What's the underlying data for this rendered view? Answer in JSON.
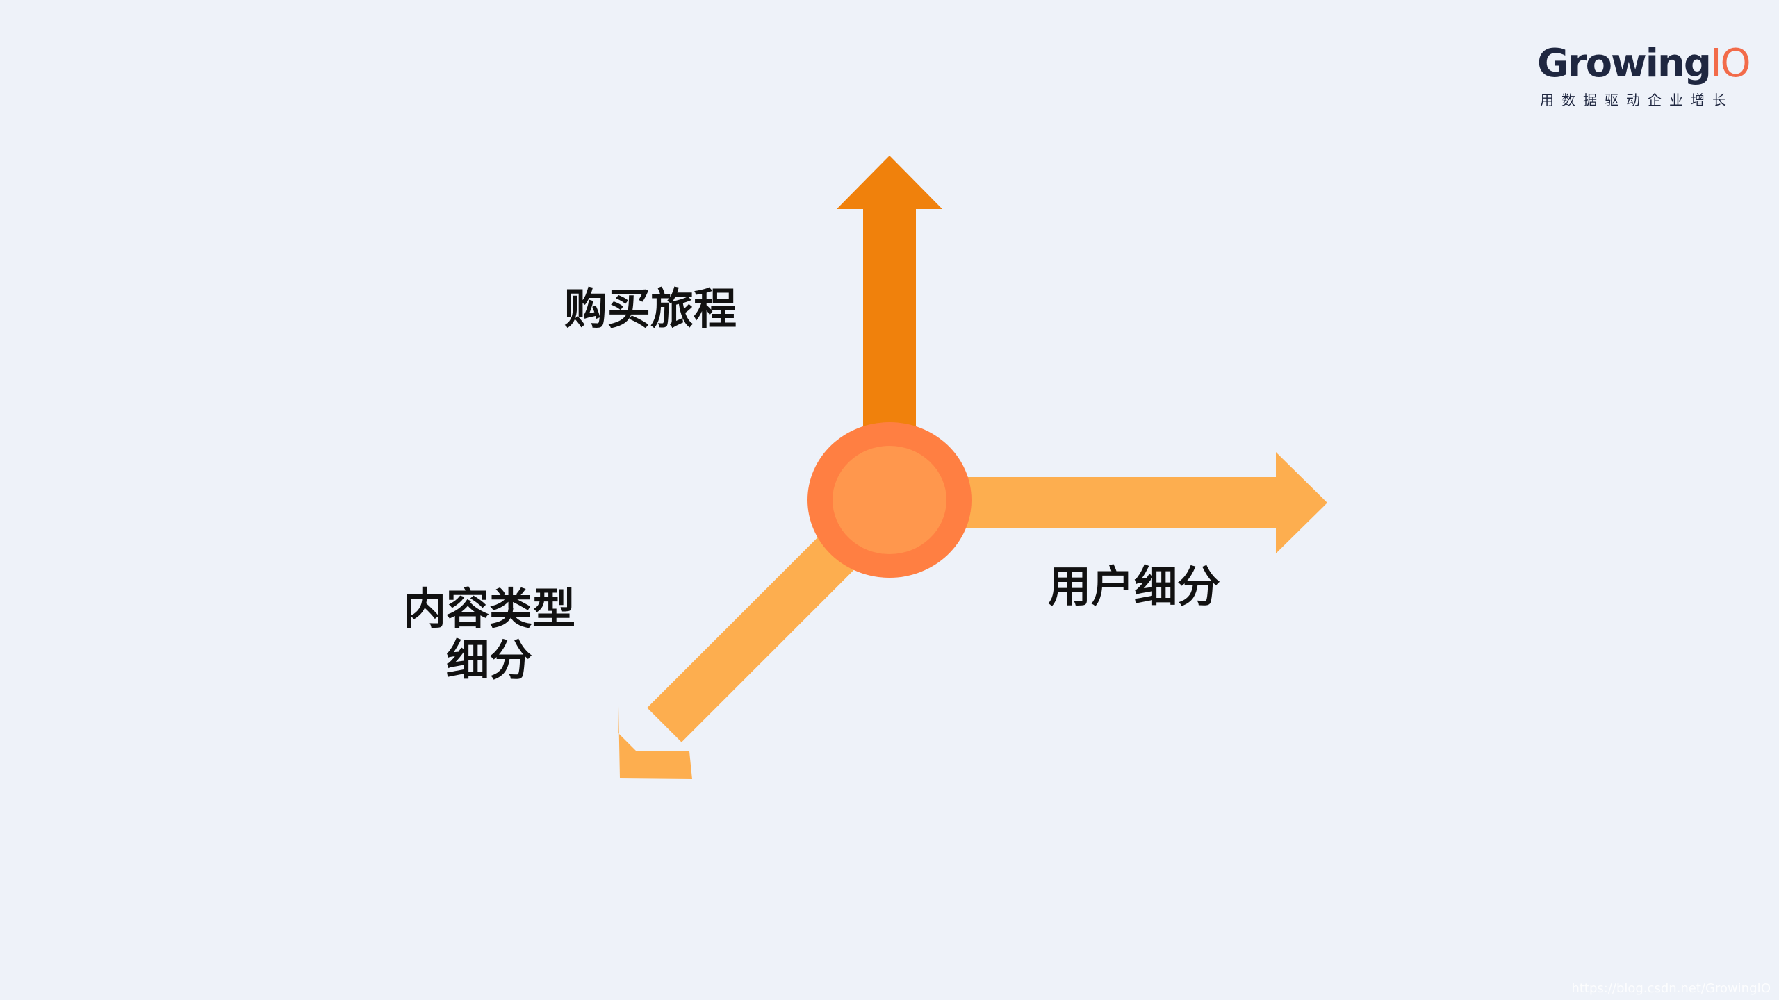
{
  "logo": {
    "wordmark": "Growing",
    "wordmark_suffix": "IO",
    "tagline": "用数据驱动企业增长"
  },
  "diagram": {
    "axes": [
      {
        "id": "up",
        "label": "购买旅程",
        "color": "#f0810c"
      },
      {
        "id": "right",
        "label": "用户细分",
        "color": "#fdae4f"
      },
      {
        "id": "down-left",
        "label_line1": "内容类型",
        "label_line2": "细分",
        "color": "#fdae4f"
      }
    ],
    "center_colors": {
      "ring": "#ff7f42",
      "core": "#ff974d"
    }
  },
  "watermark": "https://blog.csdn.net/GrowingIO"
}
